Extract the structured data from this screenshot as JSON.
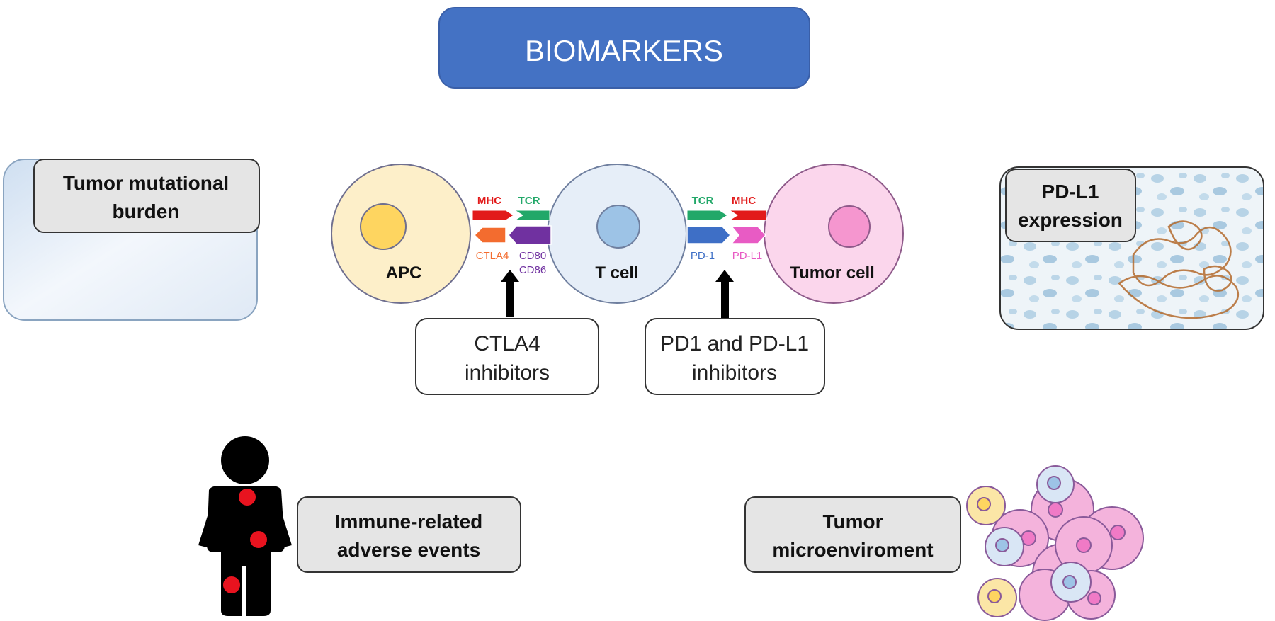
{
  "title": "BIOMARKERS",
  "colors": {
    "header": "#4472c4",
    "apc": "#fdefc9",
    "tcell": "#e6eef8",
    "tumor": "#fbd6ec",
    "mhc": "#e21b1b",
    "tcr": "#22a869",
    "ctla4": "#f36c2f",
    "cd80": "#7031a0",
    "pd1": "#3e6fc6",
    "pdl1": "#e85bc4"
  },
  "cells": {
    "apc": "APC",
    "tcell": "T cell",
    "tumor": "Tumor cell"
  },
  "receptors": {
    "mhc_left": "MHC",
    "tcr_left": "TCR",
    "ctla4": "CTLA4",
    "cd80": "CD80",
    "cd86": "CD86",
    "tcr_right": "TCR",
    "mhc_right": "MHC",
    "pd1": "PD-1",
    "pdl1": "PD-L1"
  },
  "inhibitors": {
    "ctla4_line1": "CTLA4",
    "ctla4_line2": "inhibitors",
    "pd_line1": "PD1 and PD-L1",
    "pd_line2": "inhibitors"
  },
  "biomarkers": {
    "tmb_line1": "Tumor mutational",
    "tmb_line2": "burden",
    "pdl1_line1": "PD-L1",
    "pdl1_line2": "expression",
    "irae_line1": "Immune-related",
    "irae_line2": "adverse events",
    "tme_line1": "Tumor",
    "tme_line2": "microenviroment"
  }
}
